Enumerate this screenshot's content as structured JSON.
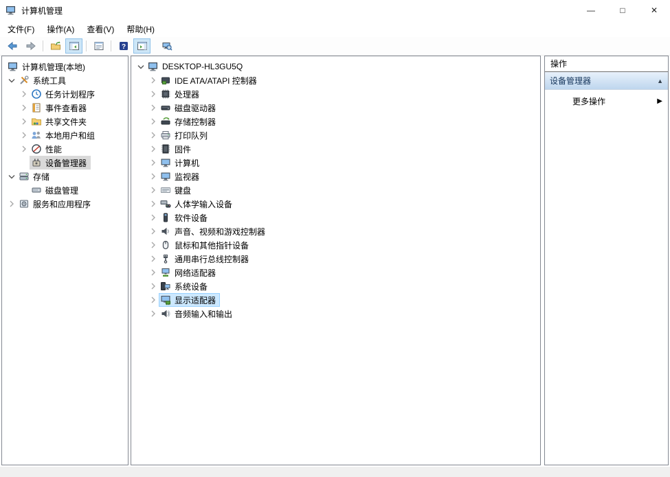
{
  "window": {
    "title": "计算机管理",
    "controls": [
      {
        "name": "minimize",
        "glyph": "—"
      },
      {
        "name": "maximize",
        "glyph": "□"
      },
      {
        "name": "close",
        "glyph": "✕"
      }
    ]
  },
  "menu": {
    "items": [
      {
        "name": "file",
        "label": "文件(F)"
      },
      {
        "name": "action",
        "label": "操作(A)"
      },
      {
        "name": "view",
        "label": "查看(V)"
      },
      {
        "name": "help",
        "label": "帮助(H)"
      }
    ]
  },
  "toolbar": {
    "buttons": [
      {
        "type": "button",
        "name": "back",
        "icon": "back-arrow-icon",
        "active": false
      },
      {
        "type": "button",
        "name": "forward",
        "icon": "forward-arrow-icon",
        "active": false
      },
      {
        "type": "sep"
      },
      {
        "type": "button",
        "name": "export",
        "icon": "export-folder-icon",
        "active": false
      },
      {
        "type": "button",
        "name": "toggle-console-tree",
        "icon": "console-tree-icon",
        "active": true
      },
      {
        "type": "sep"
      },
      {
        "type": "button",
        "name": "properties",
        "icon": "properties-icon",
        "active": false
      },
      {
        "type": "sep"
      },
      {
        "type": "button",
        "name": "help",
        "icon": "help-icon",
        "active": false
      },
      {
        "type": "button",
        "name": "toggle-action-pane",
        "icon": "action-pane-icon",
        "active": true
      },
      {
        "type": "gap"
      },
      {
        "type": "button",
        "name": "device-search",
        "icon": "computer-search-icon",
        "active": false
      }
    ]
  },
  "console_tree": {
    "items": [
      {
        "name": "computer-management-local",
        "label": "计算机管理(本地)",
        "icon": "computer-management-icon",
        "depth": 0,
        "expander": "none",
        "selected": null
      },
      {
        "name": "system-tools",
        "label": "系统工具",
        "icon": "system-tools-icon",
        "depth": 1,
        "expander": "down",
        "selected": null
      },
      {
        "name": "task-scheduler",
        "label": "任务计划程序",
        "icon": "task-scheduler-icon",
        "depth": 2,
        "expander": "right",
        "selected": null
      },
      {
        "name": "event-viewer",
        "label": "事件查看器",
        "icon": "event-viewer-icon",
        "depth": 2,
        "expander": "right",
        "selected": null
      },
      {
        "name": "shared-folders",
        "label": "共享文件夹",
        "icon": "shared-folders-icon",
        "depth": 2,
        "expander": "right",
        "selected": null
      },
      {
        "name": "local-users-and-groups",
        "label": "本地用户和组",
        "icon": "users-icon",
        "depth": 2,
        "expander": "right",
        "selected": null
      },
      {
        "name": "performance",
        "label": "性能",
        "icon": "performance-icon",
        "depth": 2,
        "expander": "right",
        "selected": null
      },
      {
        "name": "device-manager",
        "label": "设备管理器",
        "icon": "device-manager-icon",
        "depth": 2,
        "expander": "blank",
        "selected": "gray"
      },
      {
        "name": "storage",
        "label": "存储",
        "icon": "storage-icon",
        "depth": 1,
        "expander": "down",
        "selected": null
      },
      {
        "name": "disk-management",
        "label": "磁盘管理",
        "icon": "disk-management-icon",
        "depth": 2,
        "expander": "blank",
        "selected": null
      },
      {
        "name": "services-and-applications",
        "label": "服务和应用程序",
        "icon": "services-icon",
        "depth": 1,
        "expander": "right",
        "selected": null
      }
    ]
  },
  "device_tree": {
    "items": [
      {
        "name": "desktop-hl3gu5q",
        "label": "DESKTOP-HL3GU5Q",
        "icon": "computer-icon",
        "depth": 1,
        "expander": "down",
        "selected": null
      },
      {
        "name": "ide-ata-atapi-controllers",
        "label": "IDE ATA/ATAPI 控制器",
        "icon": "ide-controller-icon",
        "depth": 2,
        "expander": "right",
        "selected": null
      },
      {
        "name": "processors",
        "label": "处理器",
        "icon": "processor-icon",
        "depth": 2,
        "expander": "right",
        "selected": null
      },
      {
        "name": "disk-drives",
        "label": "磁盘驱动器",
        "icon": "disk-drive-icon",
        "depth": 2,
        "expander": "right",
        "selected": null
      },
      {
        "name": "storage-controllers",
        "label": "存储控制器",
        "icon": "storage-controller-icon",
        "depth": 2,
        "expander": "right",
        "selected": null
      },
      {
        "name": "print-queues",
        "label": "打印队列",
        "icon": "printer-icon",
        "depth": 2,
        "expander": "right",
        "selected": null
      },
      {
        "name": "firmware",
        "label": "固件",
        "icon": "firmware-icon",
        "depth": 2,
        "expander": "right",
        "selected": null
      },
      {
        "name": "computer",
        "label": "计算机",
        "icon": "monitor-icon",
        "depth": 2,
        "expander": "right",
        "selected": null
      },
      {
        "name": "monitors",
        "label": "监视器",
        "icon": "monitor-icon",
        "depth": 2,
        "expander": "right",
        "selected": null
      },
      {
        "name": "keyboards",
        "label": "键盘",
        "icon": "keyboard-icon",
        "depth": 2,
        "expander": "right",
        "selected": null
      },
      {
        "name": "human-interface-devices",
        "label": "人体学输入设备",
        "icon": "hid-icon",
        "depth": 2,
        "expander": "right",
        "selected": null
      },
      {
        "name": "software-devices",
        "label": "软件设备",
        "icon": "software-device-icon",
        "depth": 2,
        "expander": "right",
        "selected": null
      },
      {
        "name": "sound-video-game-controllers",
        "label": "声音、视频和游戏控制器",
        "icon": "speaker-icon",
        "depth": 2,
        "expander": "right",
        "selected": null
      },
      {
        "name": "mice-and-other-pointing-devices",
        "label": "鼠标和其他指针设备",
        "icon": "mouse-icon",
        "depth": 2,
        "expander": "right",
        "selected": null
      },
      {
        "name": "universal-serial-bus-controllers",
        "label": "通用串行总线控制器",
        "icon": "usb-icon",
        "depth": 2,
        "expander": "right",
        "selected": null
      },
      {
        "name": "network-adapters",
        "label": "网络适配器",
        "icon": "network-adapter-icon",
        "depth": 2,
        "expander": "right",
        "selected": null
      },
      {
        "name": "system-devices",
        "label": "系统设备",
        "icon": "system-devices-icon",
        "depth": 2,
        "expander": "right",
        "selected": null
      },
      {
        "name": "display-adapters",
        "label": "显示适配器",
        "icon": "display-adapter-icon",
        "depth": 2,
        "expander": "right",
        "selected": "blue"
      },
      {
        "name": "audio-inputs-and-outputs",
        "label": "音频输入和输出",
        "icon": "audio-icon",
        "depth": 2,
        "expander": "right",
        "selected": null
      }
    ]
  },
  "actions": {
    "header": "操作",
    "section_label": "设备管理器",
    "collapse_glyph": "▲",
    "more_label": "更多操作",
    "more_glyph": "▶"
  },
  "colors": {
    "selection_blue": "#cce8ff",
    "selection_blue_border": "#99d1ff",
    "selection_gray": "#d9d9d9",
    "section_header_bg": "#bed6ee",
    "panel_border": "#828790",
    "toolbar_active_bg": "#cde6f7"
  }
}
